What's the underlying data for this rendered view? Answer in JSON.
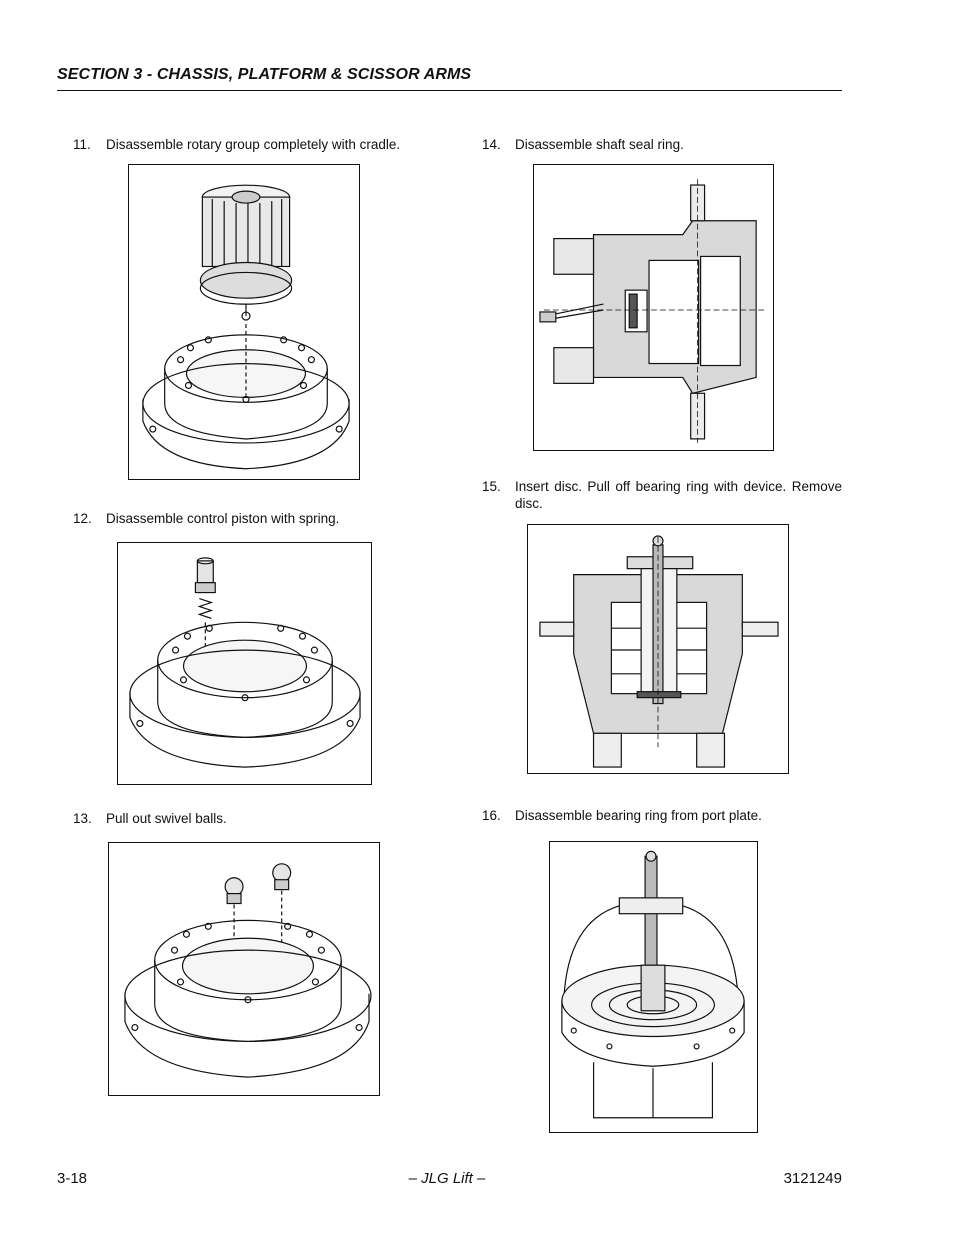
{
  "header": {
    "section_title": "SECTION 3 - CHASSIS, PLATFORM & SCISSOR ARMS"
  },
  "steps": [
    {
      "number": "11.",
      "text": "Disassemble rotary group completely with cradle."
    },
    {
      "number": "12.",
      "text": "Disassemble control piston with spring."
    },
    {
      "number": "13.",
      "text": "Pull out swivel balls."
    },
    {
      "number": "14.",
      "text": "Disassemble shaft seal ring."
    },
    {
      "number": "15.",
      "text": "Insert disc. Pull off bearing ring with device. Remove disc."
    },
    {
      "number": "16.",
      "text": "Disassemble bearing ring from port plate."
    }
  ],
  "footer": {
    "page_number": "3-18",
    "center": "– JLG Lift –",
    "doc_number": "3121249"
  }
}
